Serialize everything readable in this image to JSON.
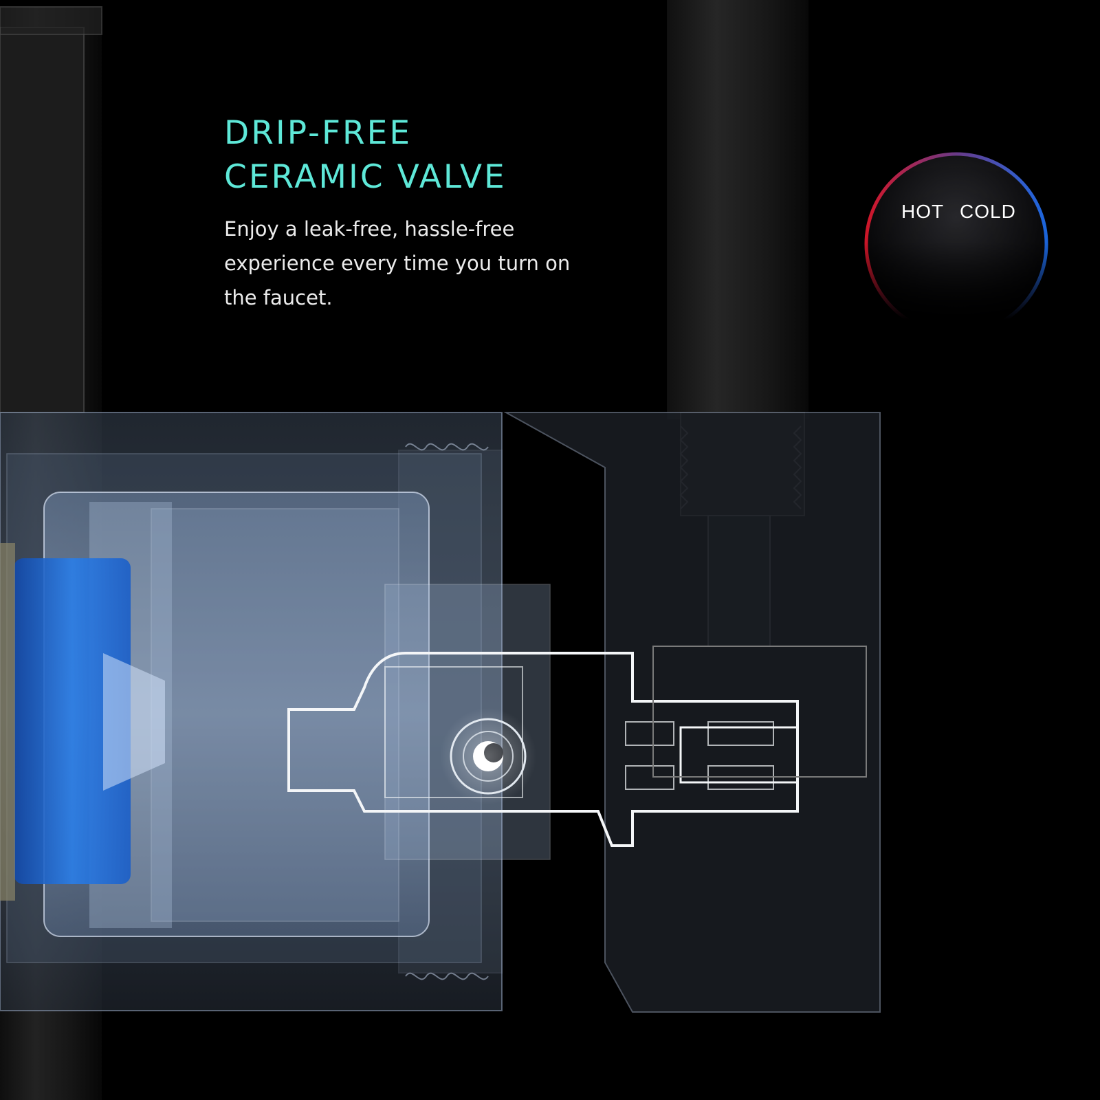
{
  "headline": {
    "line1": "DRIP-FREE",
    "line2": "CERAMIC VALVE"
  },
  "body": {
    "line1": "Enjoy a leak-free, hassle-free",
    "line2": "experience every time you turn on",
    "line3": "the faucet."
  },
  "temperature_badge": {
    "hot_label": "HOT",
    "cold_label": "COLD"
  },
  "colors": {
    "background": "#000000",
    "headline": "#5ee8d8",
    "hot": "#e0182c",
    "cold": "#1e6ff0",
    "cartridge_blue": "#1e6fd6"
  }
}
